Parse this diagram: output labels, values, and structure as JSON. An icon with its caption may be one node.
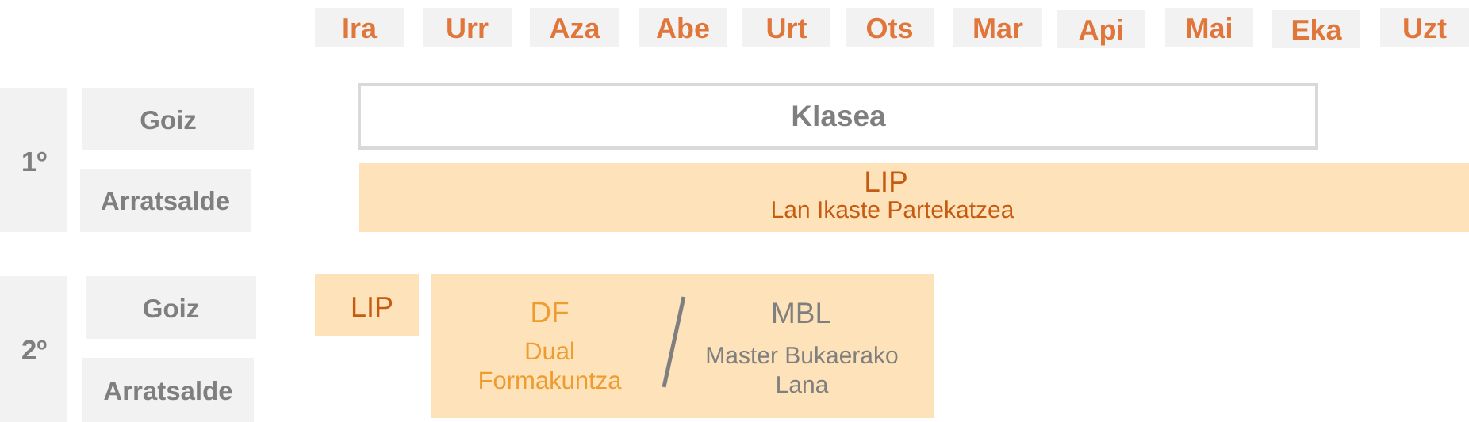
{
  "diagram": {
    "nodes": [
      {
        "text": [
          "Ira"
        ]
      },
      {
        "text": [
          "Urr"
        ]
      },
      {
        "text": [
          "Aza"
        ]
      },
      {
        "text": [
          "Abe"
        ]
      },
      {
        "text": [
          "Urt"
        ]
      },
      {
        "text": [
          "Ots"
        ]
      },
      {
        "text": [
          "Mar"
        ]
      },
      {
        "text": [
          "Api"
        ]
      },
      {
        "text": [
          "Mai"
        ]
      },
      {
        "text": [
          "Eka"
        ]
      },
      {
        "text": [
          "Uzt"
        ]
      },
      {
        "text": [
          "1º"
        ]
      },
      {
        "text": [
          "Goiz"
        ]
      },
      {
        "text": [
          "Klasea"
        ]
      },
      {
        "text": [
          "Arratsalde"
        ]
      },
      {
        "text": [
          "LIP",
          "Lan Ikaste Partekatzea"
        ]
      },
      {
        "text": [
          "2º"
        ]
      },
      {
        "text": [
          "Goiz"
        ]
      },
      {
        "text": [
          "LIP"
        ]
      },
      {
        "text": [
          "DF",
          "Dual Formakuntza",
          "MBL",
          "Master Bukaerako Lana"
        ]
      },
      {
        "text": [
          "Arratsalde"
        ]
      }
    ]
  }
}
